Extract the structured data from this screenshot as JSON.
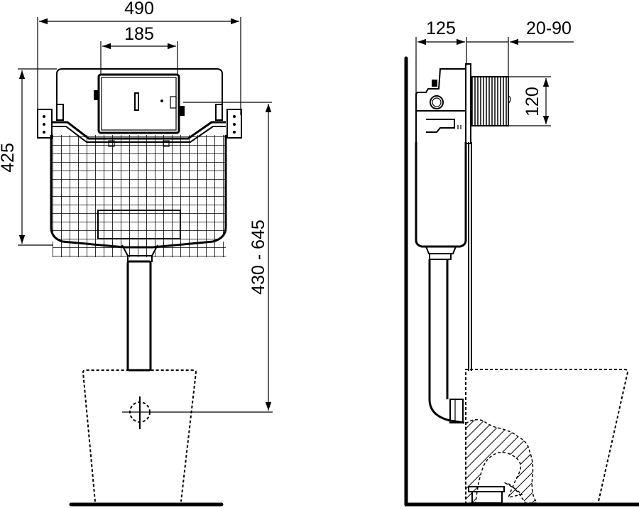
{
  "drawing": {
    "background": "#ffffff",
    "ink": "#000000",
    "front_view": {
      "dimensions": {
        "overall_width": "490",
        "flush_plate_width": "185",
        "cistern_height": "425",
        "outlet_height_range": "430 - 645"
      }
    },
    "side_view": {
      "dimensions": {
        "cistern_depth": "125",
        "wall_adjustment_range": "20-90",
        "flush_plate_height": "120"
      }
    }
  }
}
